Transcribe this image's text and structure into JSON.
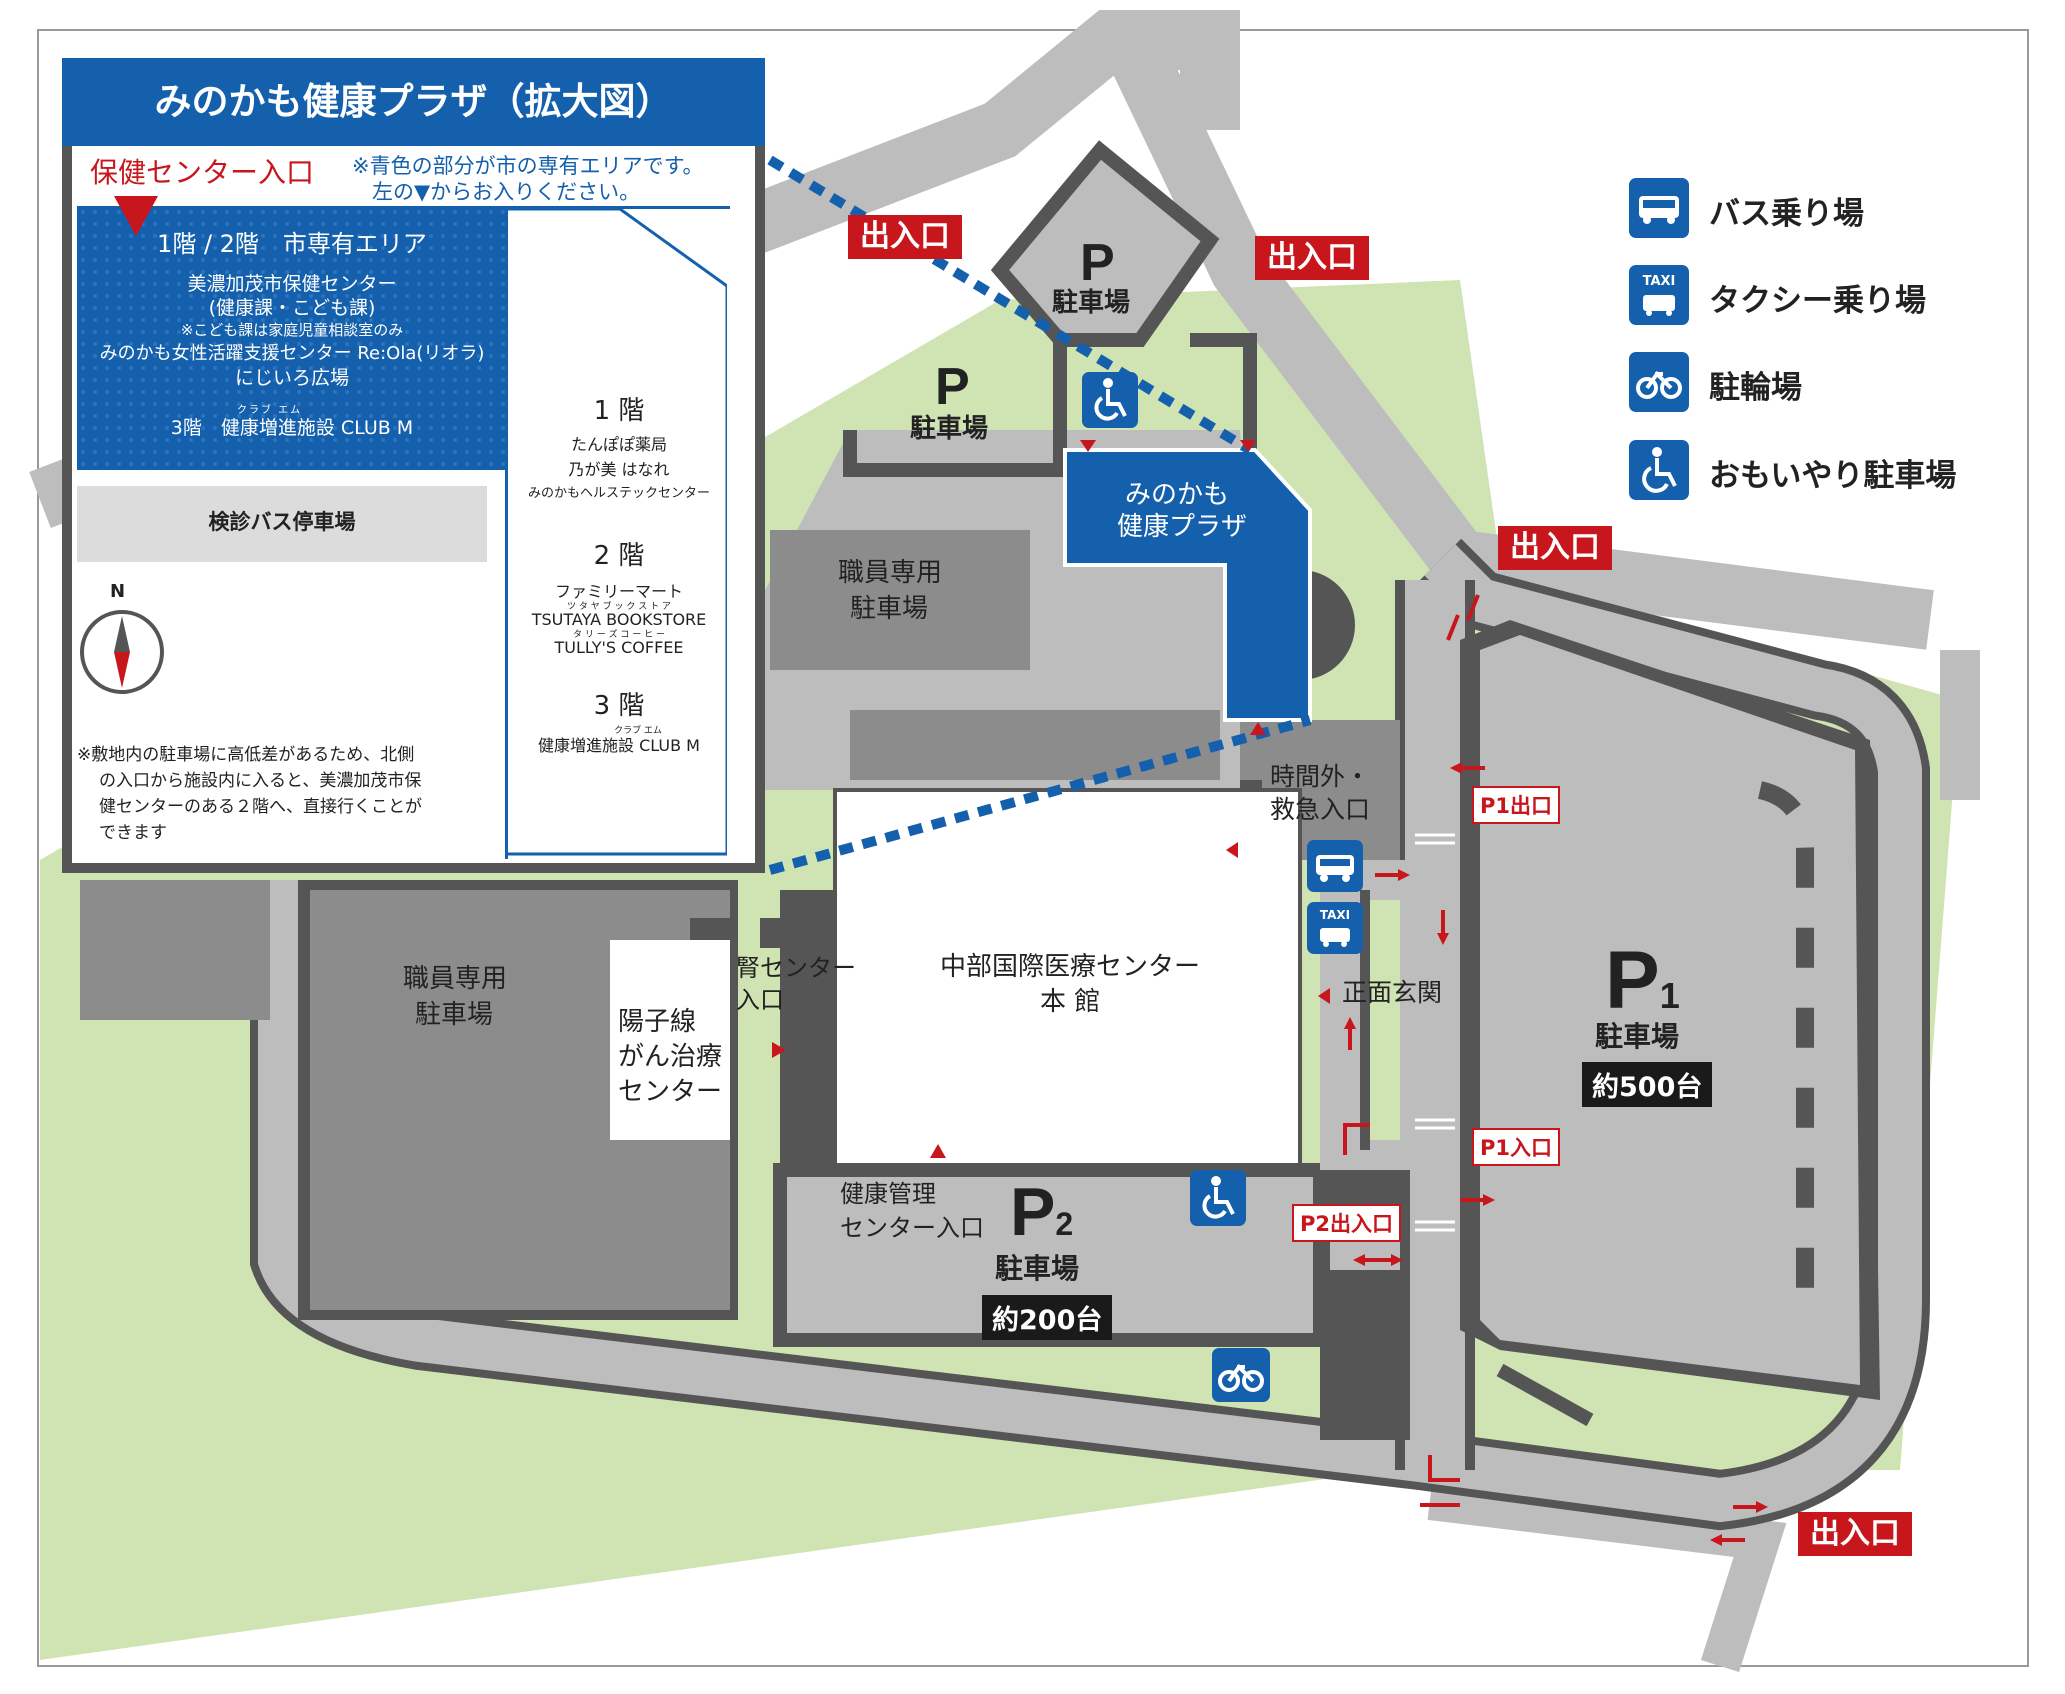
{
  "inset": {
    "title": "みのかも健康プラザ（拡大図）",
    "entrance_label": "保健センター入口",
    "note_line1": "※青色の部分が市の専有エリアです。",
    "note_line2": "左の▼からお入りください。",
    "blue_area": {
      "heading": "1階 / 2階　市専有エリア",
      "line1": "美濃加茂市保健センター",
      "line2": "(健康課・こども課)",
      "line3": "※こども課は家庭児童相談室のみ",
      "line4": "みのかも女性活躍支援センター Re:Ola(リオラ)",
      "line5": "にじいろ広場",
      "line6": "3階　健康増進施設 CLUB M",
      "ruby_club": "クラブ エム"
    },
    "bus_parking": "検診バス停車場",
    "floors": {
      "f1_title": "1 階",
      "f1_items": [
        "たんぽぽ薬局",
        "乃が美 はなれ",
        "みのかもヘルステックセンター"
      ],
      "f2_title": "2 階",
      "f2_items": [
        "ファミリーマート",
        "TSUTAYA BOOKSTORE",
        "TULLY'S COFFEE"
      ],
      "f2_ruby_tsutaya": "ツ タ ヤ  ブ ッ ク ス ト ア",
      "f2_ruby_tullys": "タ リ ー ズ  コ ー ヒ ー",
      "f3_title": "3 階",
      "f3_items": [
        "健康増進施設 CLUB M"
      ],
      "f3_ruby_club": "クラブ エム"
    },
    "compass_n": "N",
    "footnote": [
      "※敷地内の駐車場に高低差があるため、北側",
      "の入口から施設内に入ると、美濃加茂市保",
      "健センターのある２階へ、直接行くことが",
      "できます"
    ]
  },
  "legend": [
    {
      "icon": "bus-icon",
      "label": "バス乗り場"
    },
    {
      "icon": "taxi-icon",
      "label": "タクシー乗り場"
    },
    {
      "icon": "bicycle-icon",
      "label": "駐輪場"
    },
    {
      "icon": "wheelchair-icon",
      "label": "おもいやり駐車場"
    }
  ],
  "map": {
    "entrance_exit": "出入口",
    "parking_p": "P",
    "parking_label": "駐車場",
    "plaza": [
      "みのかも",
      "健康プラザ"
    ],
    "staff_parking": [
      "職員専用",
      "駐車場"
    ],
    "after_hours": [
      "時間外・",
      "救急入口"
    ],
    "p1_exit": "P1出口",
    "p1_entrance": "P1入口",
    "p1_label": "P",
    "p1_sub": "1",
    "p1_capacity": "約500台",
    "p2_label": "P",
    "p2_sub": "2",
    "p2_capacity": "約200台",
    "p2_gate": "P2出入口",
    "main_hospital": [
      "中部国際医療センター",
      "本 館"
    ],
    "main_entrance": "正面玄関",
    "kidney_entrance": [
      "腎センター",
      "入口"
    ],
    "proton_center": [
      "陽子線",
      "がん治療",
      "センター"
    ],
    "health_mgmt": [
      "健康管理",
      "センター入口"
    ],
    "taxi_text": "TAXI"
  },
  "colors": {
    "blue": "#1560ac",
    "red": "#c8161d",
    "green": "#cfe3b3",
    "road": "#bdbdbd",
    "road_edge": "#555555",
    "building_gray": "#8c8c8c"
  }
}
